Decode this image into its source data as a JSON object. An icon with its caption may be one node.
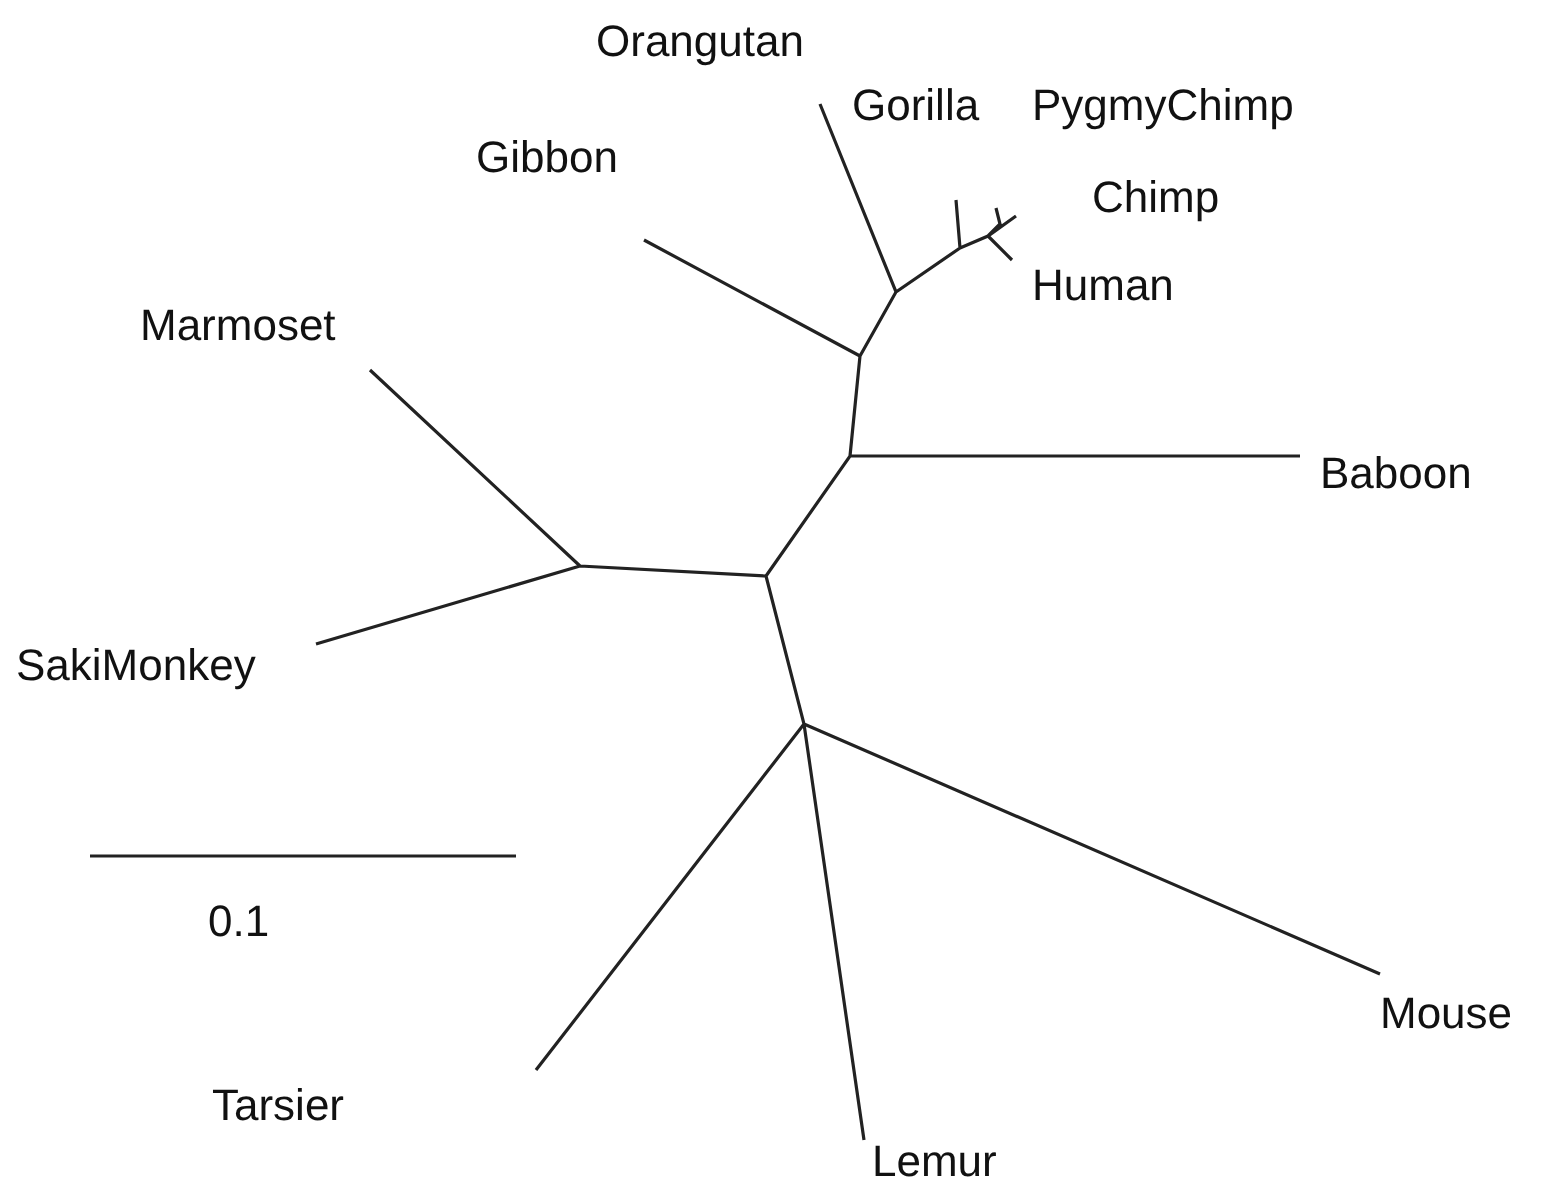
{
  "diagram": {
    "labels": [
      "Orangutan",
      "Gorilla",
      "PygmyChimp",
      "Gibbon",
      "Chimp",
      "Human",
      "Marmoset",
      "Baboon",
      "SakiMonkey",
      "0.1",
      "Mouse",
      "Tarsier",
      "Lemur"
    ]
  }
}
